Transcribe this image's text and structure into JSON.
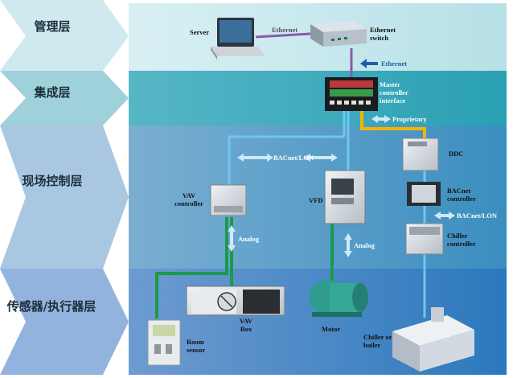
{
  "colors": {
    "management": "#b9e3e8",
    "integration": "#2ba2b6",
    "field": "#3b8fc0",
    "sensor": "#2a78bd",
    "ethernet_line": "#8a5aa6",
    "proprietary_line": "#f5b400",
    "bus_line": "#6fc6ef",
    "analog_line": "#1a9a4a"
  },
  "layers": [
    {
      "name": "管理层"
    },
    {
      "name": "集成层"
    },
    {
      "name": "现场控制层"
    },
    {
      "name": "传感器/执行器层"
    }
  ],
  "devices": {
    "server": "Server",
    "ethernet_switch": "Ethernet switch",
    "master_controller": "Master controller interface",
    "ddc": "DDC",
    "bacnet_controller": "BACnet controller",
    "chiller_controller": "Chiller controller",
    "vav_controller": "VAV controller",
    "vfd": "VFD",
    "vav_box": "VAV Box",
    "motor": "Motor",
    "room_sensor": "Room sensor",
    "chiller_boiler": "Chiller or boiler"
  },
  "links": {
    "ethernet_top": "Ethernet",
    "ethernet_side": "Ethernet",
    "proprietary": "Proprietary",
    "bacnet_lon_main": "BACnet/LON",
    "bacnet_lon_right": "BACnet/LON",
    "analog_left": "Analog",
    "analog_right": "Analog"
  },
  "icons": {
    "arrow": "double-arrow-icon",
    "ddc_panel_text": "DDC"
  }
}
